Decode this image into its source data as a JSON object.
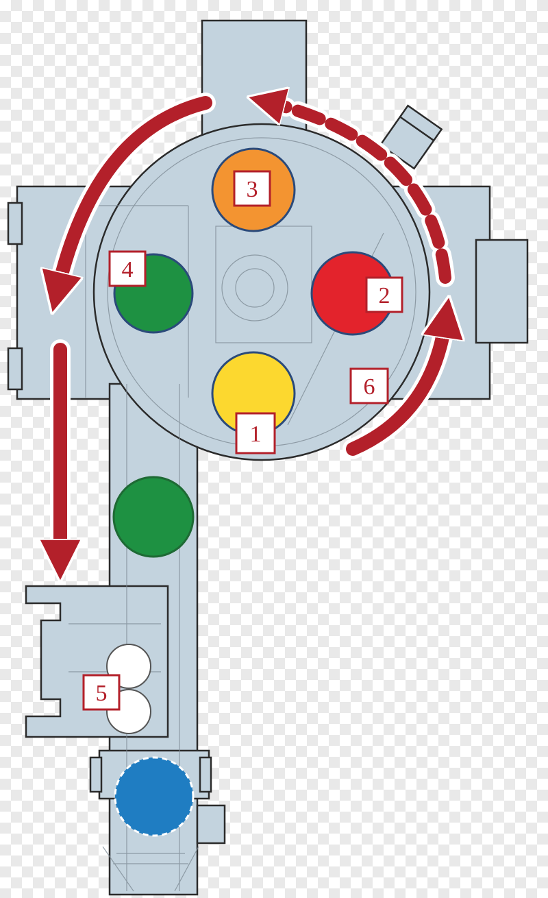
{
  "colors": {
    "machine_fill": "#c3d3de",
    "machine_stroke": "#2b2b2b",
    "arrow": "#b3202a",
    "arrow_outline": "#ffffff",
    "label_border": "#b3202a",
    "label_fill": "#ffffff",
    "station_1": "#fcd82f",
    "station_2": "#e3232c",
    "station_3": "#f39431",
    "station_4": "#1e9142",
    "conveyor_green": "#1e9142",
    "output_blue": "#1f7dc2",
    "rollers": "#ffffff"
  },
  "labels": [
    {
      "id": "1",
      "text": "1"
    },
    {
      "id": "2",
      "text": "2"
    },
    {
      "id": "3",
      "text": "3"
    },
    {
      "id": "4",
      "text": "4"
    },
    {
      "id": "5",
      "text": "5"
    },
    {
      "id": "6",
      "text": "6"
    }
  ],
  "icons": {
    "rotation_arrow": "curved-arrow-icon",
    "dashed_arrow": "dashed-curved-arrow-icon",
    "down_arrow": "down-arrow-icon"
  }
}
